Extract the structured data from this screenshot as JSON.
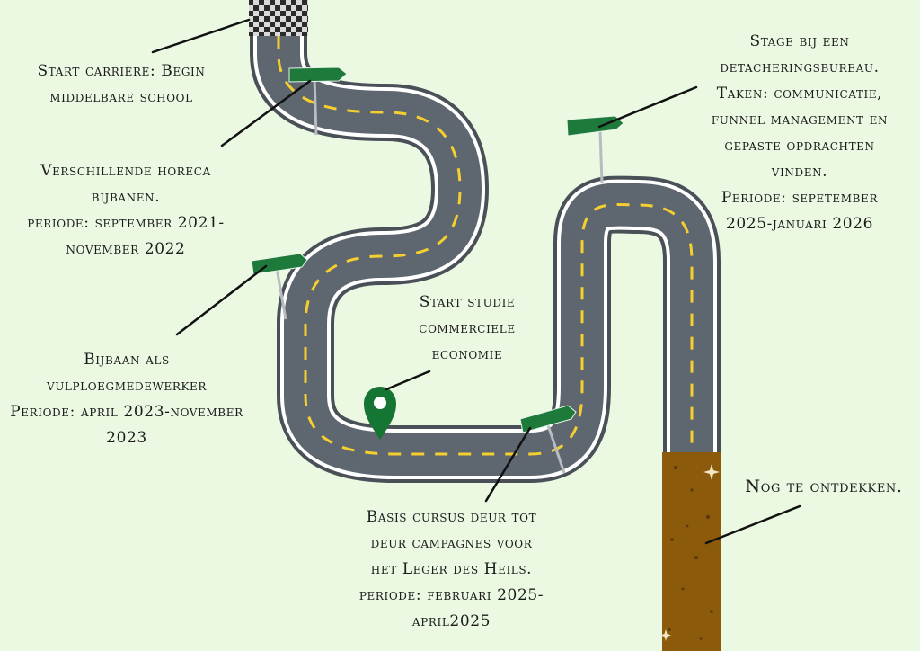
{
  "colors": {
    "background": "#ebf8e2",
    "road_edge": "#4a5058",
    "road": "#5e666f",
    "road_line": "#ffffff",
    "center_dash": "#f5cf2f",
    "sign": "#1e7a3a",
    "pin": "#157533",
    "dirt": "#8b5a0b"
  },
  "milestones": {
    "start": {
      "line1": "Start carrière: Begin",
      "line2": "middelbare school"
    },
    "horeca": {
      "line1": "Verschillende horeca",
      "line2": "bijbanen.",
      "line3": "periode: september 2021-",
      "line4": "november 2022"
    },
    "vulploeg": {
      "line1": "Bijbaan als",
      "line2": "vulploegmedewerker",
      "line3": "Periode: april 2023-november",
      "line4": "2023"
    },
    "studie": {
      "line1": "Start studie",
      "line2": "commerciele",
      "line3": "economie"
    },
    "leger": {
      "line1": "Basis cursus deur tot",
      "line2": "deur campagnes voor",
      "line3": "het Leger des Heils.",
      "line4": "periode: februari 2025-",
      "line5": "april2025"
    },
    "stage": {
      "line1": "Stage bij een",
      "line2": "detacheringsbureau.",
      "line3": "Taken: communicatie,",
      "line4": "funnel management en",
      "line5": "gepaste opdrachten",
      "line6": "vinden.",
      "line7": "Periode: sepetember",
      "line8": "2025-januari 2026"
    },
    "future": {
      "line1": "Nog te ontdekken."
    }
  }
}
